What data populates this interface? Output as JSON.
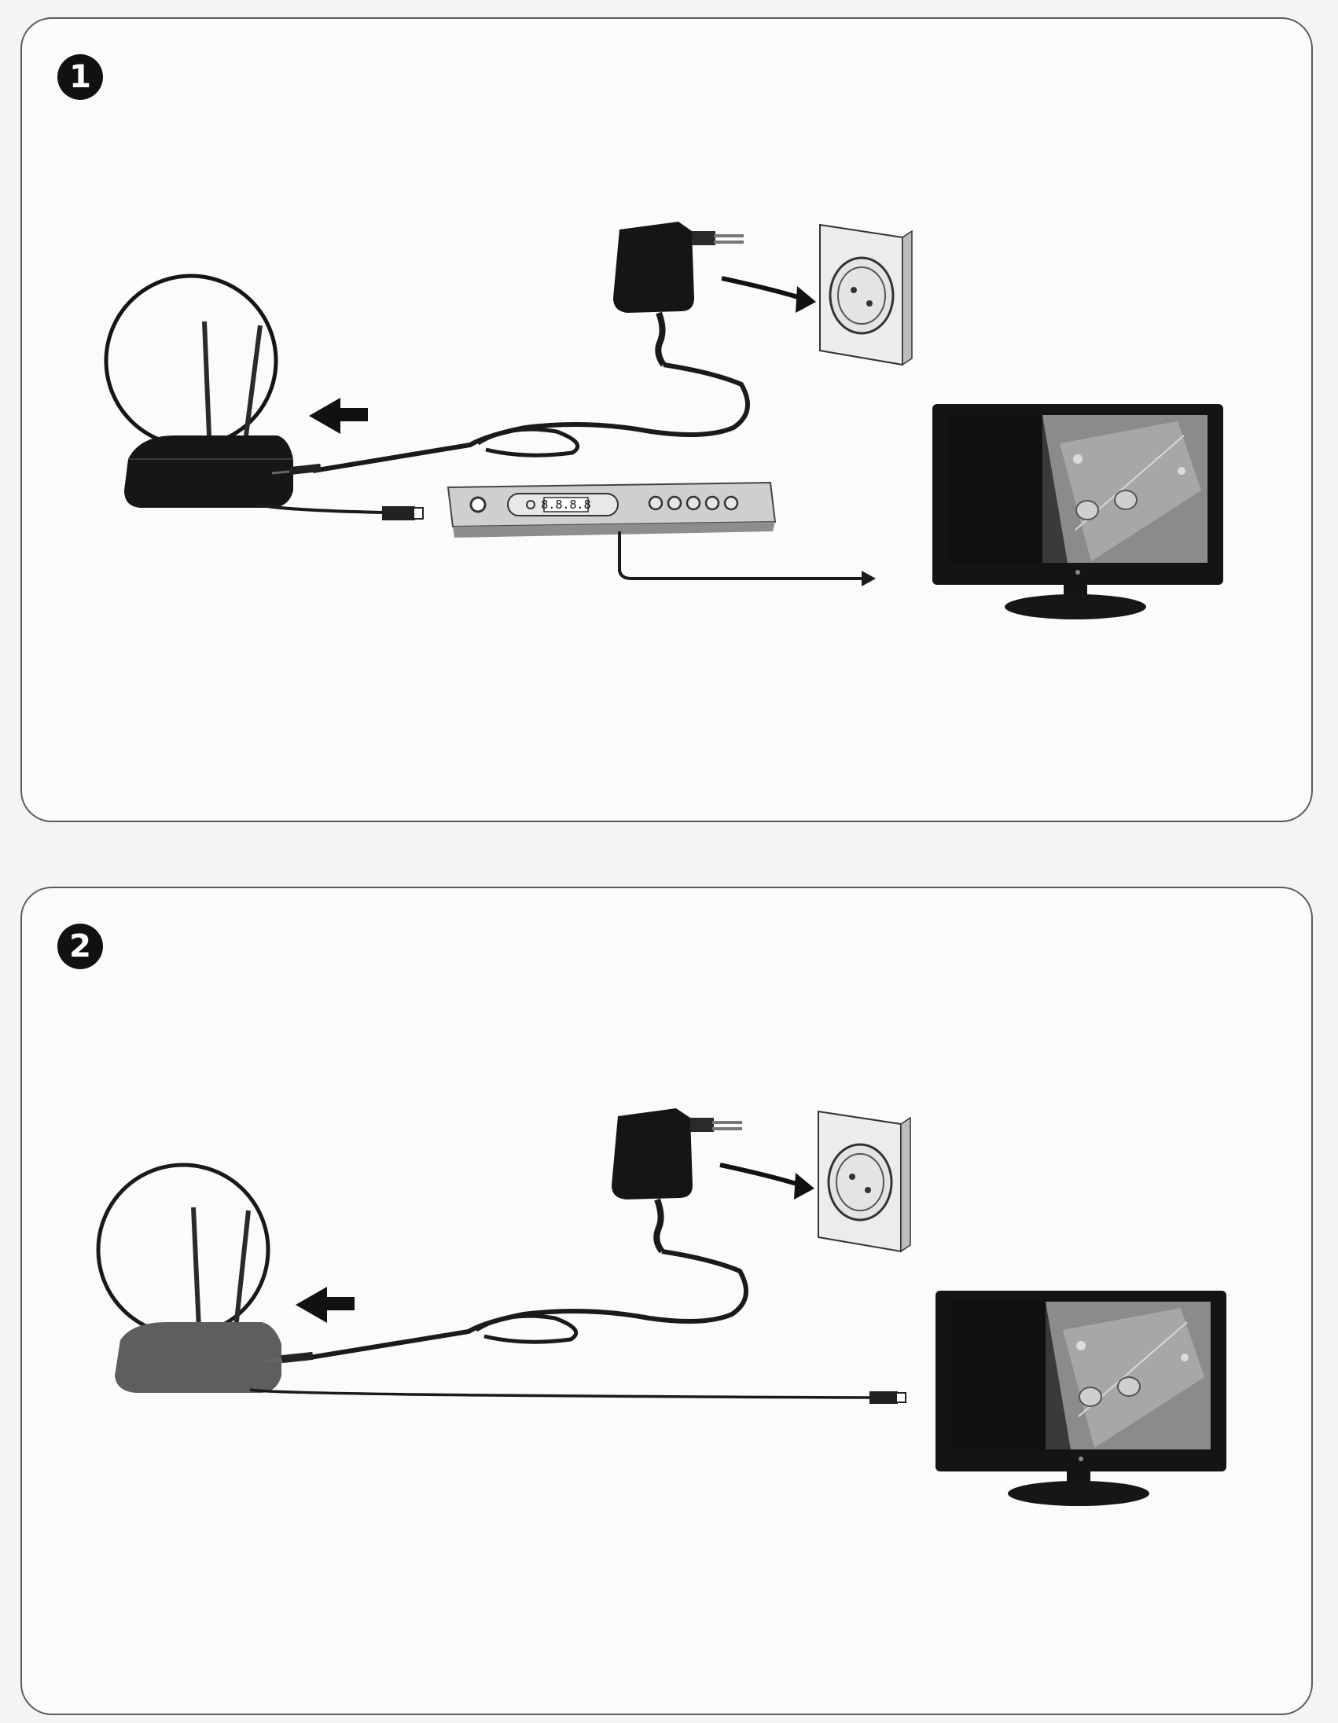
{
  "steps": [
    {
      "number": "1"
    },
    {
      "number": "2"
    }
  ],
  "receiver": {
    "display": "8.8.8.8"
  },
  "colors": {
    "device_black": "#161616",
    "cable": "#1a1a1a",
    "panel_border": "#5a5a5a",
    "receiver_silver": "#c9c9c9",
    "antenna_faded": "#5e5e5e"
  }
}
